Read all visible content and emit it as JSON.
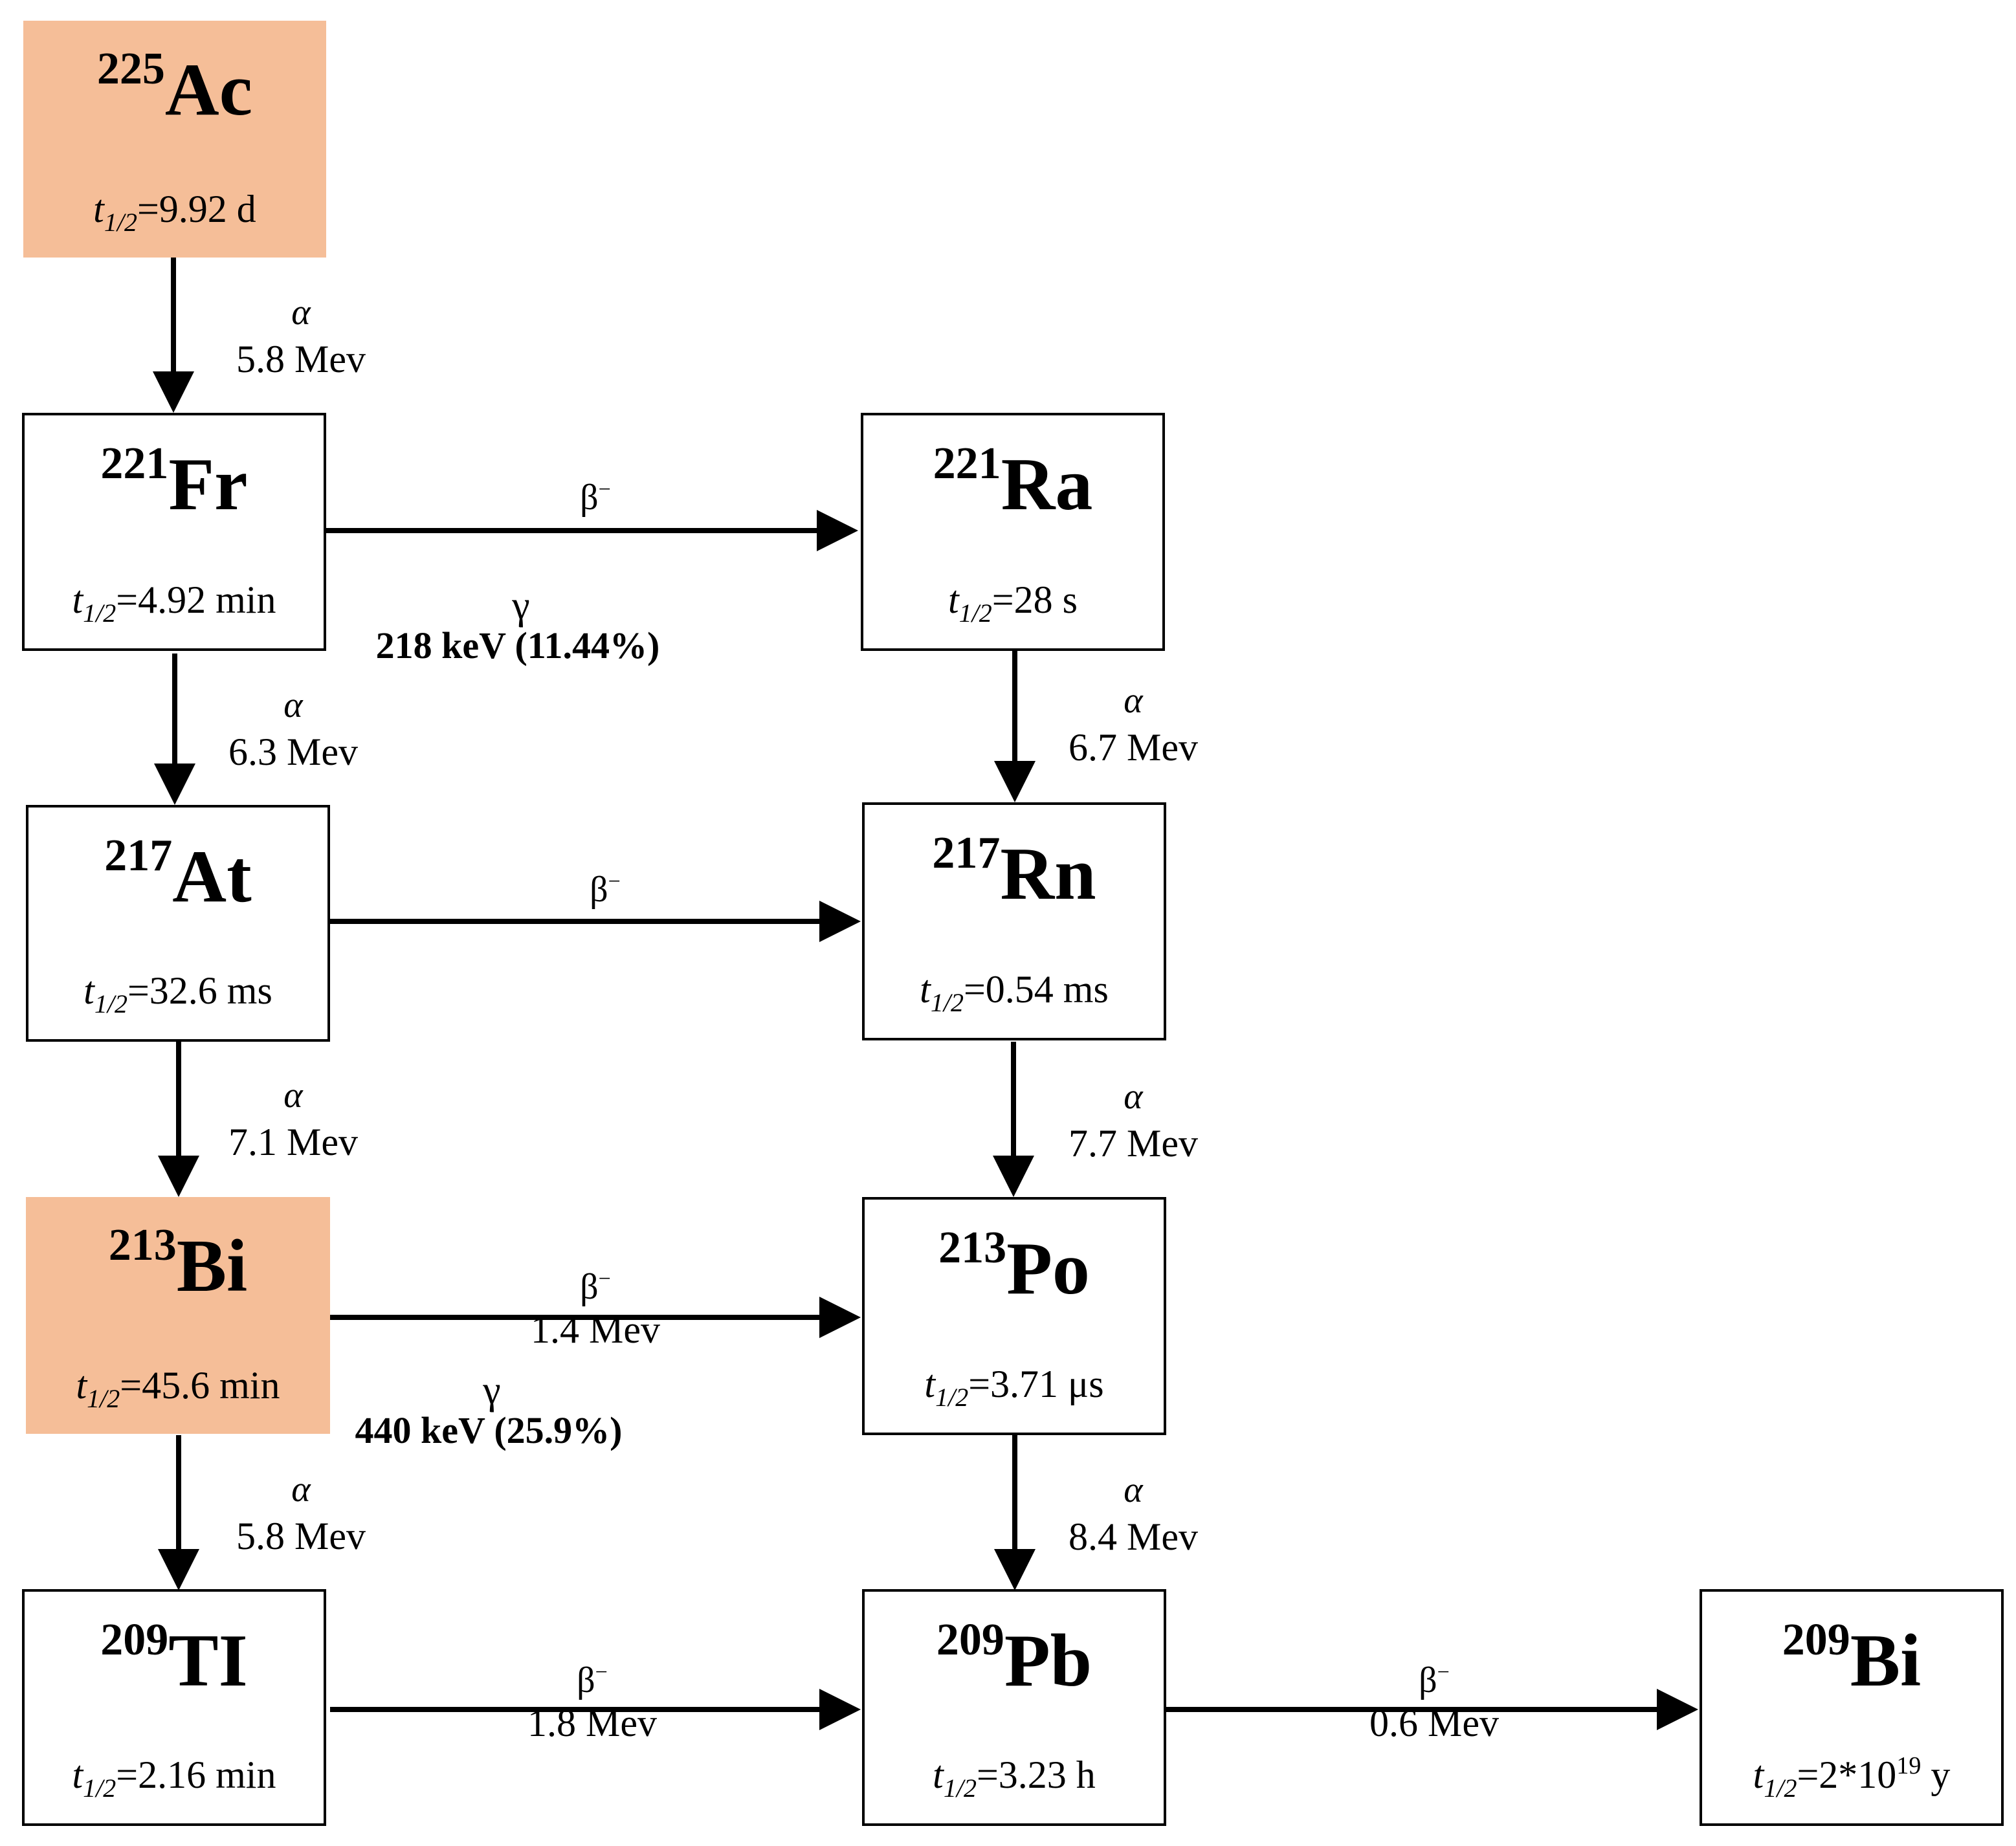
{
  "nuclides": {
    "ac225": {
      "mass": "225",
      "symbol": "Ac",
      "halflife": "=9.92 d"
    },
    "fr221": {
      "mass": "221",
      "symbol": "Fr",
      "halflife": "=4.92 min"
    },
    "ra221": {
      "mass": "221",
      "symbol": "Ra",
      "halflife": "=28 s"
    },
    "at217": {
      "mass": "217",
      "symbol": "At",
      "halflife": "=32.6 ms"
    },
    "rn217": {
      "mass": "217",
      "symbol": "Rn",
      "halflife": "=0.54 ms"
    },
    "bi213": {
      "mass": "213",
      "symbol": "Bi",
      "halflife": "=45.6 min"
    },
    "po213": {
      "mass": "213",
      "symbol": "Po",
      "halflife": "=3.71 μs"
    },
    "tl209": {
      "mass": "209",
      "symbol": "TI",
      "halflife": "=2.16 min"
    },
    "pb209": {
      "mass": "209",
      "symbol": "Pb",
      "halflife": "=3.23 h"
    },
    "bi209": {
      "mass": "209",
      "symbol": "Bi",
      "halflife_base": "=2*10",
      "halflife_exp": "19",
      "halflife_unit": " y"
    }
  },
  "halflife_prefix": "t",
  "halflife_sub": "1/2",
  "decays": {
    "ac_fr": {
      "mode": "α",
      "energy": "5.8 Mev"
    },
    "fr_at": {
      "mode": "α",
      "energy": "6.3 Mev"
    },
    "at_bi": {
      "mode": "α",
      "energy": "7.1 Mev"
    },
    "bi_tl": {
      "mode": "α",
      "energy": "5.8 Mev"
    },
    "ra_rn": {
      "mode": "α",
      "energy": "6.7 Mev"
    },
    "rn_po": {
      "mode": "α",
      "energy": "7.7 Mev"
    },
    "po_pb": {
      "mode": "α",
      "energy": "8.4 Mev"
    },
    "fr_ra": {
      "mode": "β",
      "sup": "−",
      "energy": ""
    },
    "at_rn": {
      "mode": "β",
      "sup": "−",
      "energy": ""
    },
    "bi_po": {
      "mode": "β",
      "sup": "−",
      "energy": "1.4 Mev"
    },
    "tl_pb": {
      "mode": "β",
      "sup": "−",
      "energy": "1.8 Mev"
    },
    "pb_bi": {
      "mode": "β",
      "sup": "−",
      "energy": "0.6 Mev"
    }
  },
  "gammas": {
    "fr": {
      "symbol": "γ",
      "energy": "218 keV (11.44%)"
    },
    "bi": {
      "symbol": "γ",
      "energy": "440 keV (25.9%)"
    }
  },
  "colors": {
    "highlight": "#f5be98",
    "line": "#000000"
  }
}
